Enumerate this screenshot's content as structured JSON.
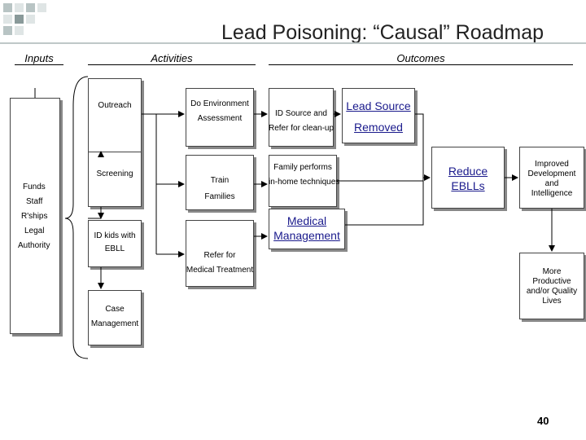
{
  "title": "Lead Poisoning: “Causal” Roadmap",
  "headers": {
    "inputs": "Inputs",
    "activities": "Activities",
    "outcomes": "Outcomes"
  },
  "inputs": [
    "Funds",
    "Staff",
    "R'ships",
    "Legal",
    "Authority"
  ],
  "activities": {
    "outreach": "Outreach",
    "screening": "Screening",
    "id_kids_1": "ID kids with",
    "id_kids_2": "EBLL",
    "case_mgmt_1": "Case",
    "case_mgmt_2": "Management",
    "do_env_1": "Do Environment",
    "do_env_2": "Assessment",
    "train_1": "Train",
    "train_2": "Families",
    "refer_med_1": "Refer for",
    "refer_med_2": "Medical Treatment"
  },
  "outcomes": {
    "id_source_1": "ID Source and",
    "id_source_2": "Refer for clean-up",
    "lead_source_1": "Lead Source",
    "lead_source_2": "Removed",
    "family_1": "Family performs",
    "family_2": "in-home techniques",
    "medical_1": "Medical",
    "medical_2": "Management",
    "reduce_1": "Reduce",
    "reduce_2": "EBLLs",
    "improved_1": "Improved",
    "improved_2": "Development",
    "improved_3": "and",
    "improved_4": "Intelligence",
    "productive_1": "More",
    "productive_2": "Productive",
    "productive_3": "and/or Quality",
    "productive_4": "Lives"
  },
  "page_number": "40",
  "colors": {
    "accent_blue": "#1a1a8c",
    "corner_squares": [
      "#b8c4c4",
      "#dfe5e5",
      "#8a9a9a"
    ]
  }
}
